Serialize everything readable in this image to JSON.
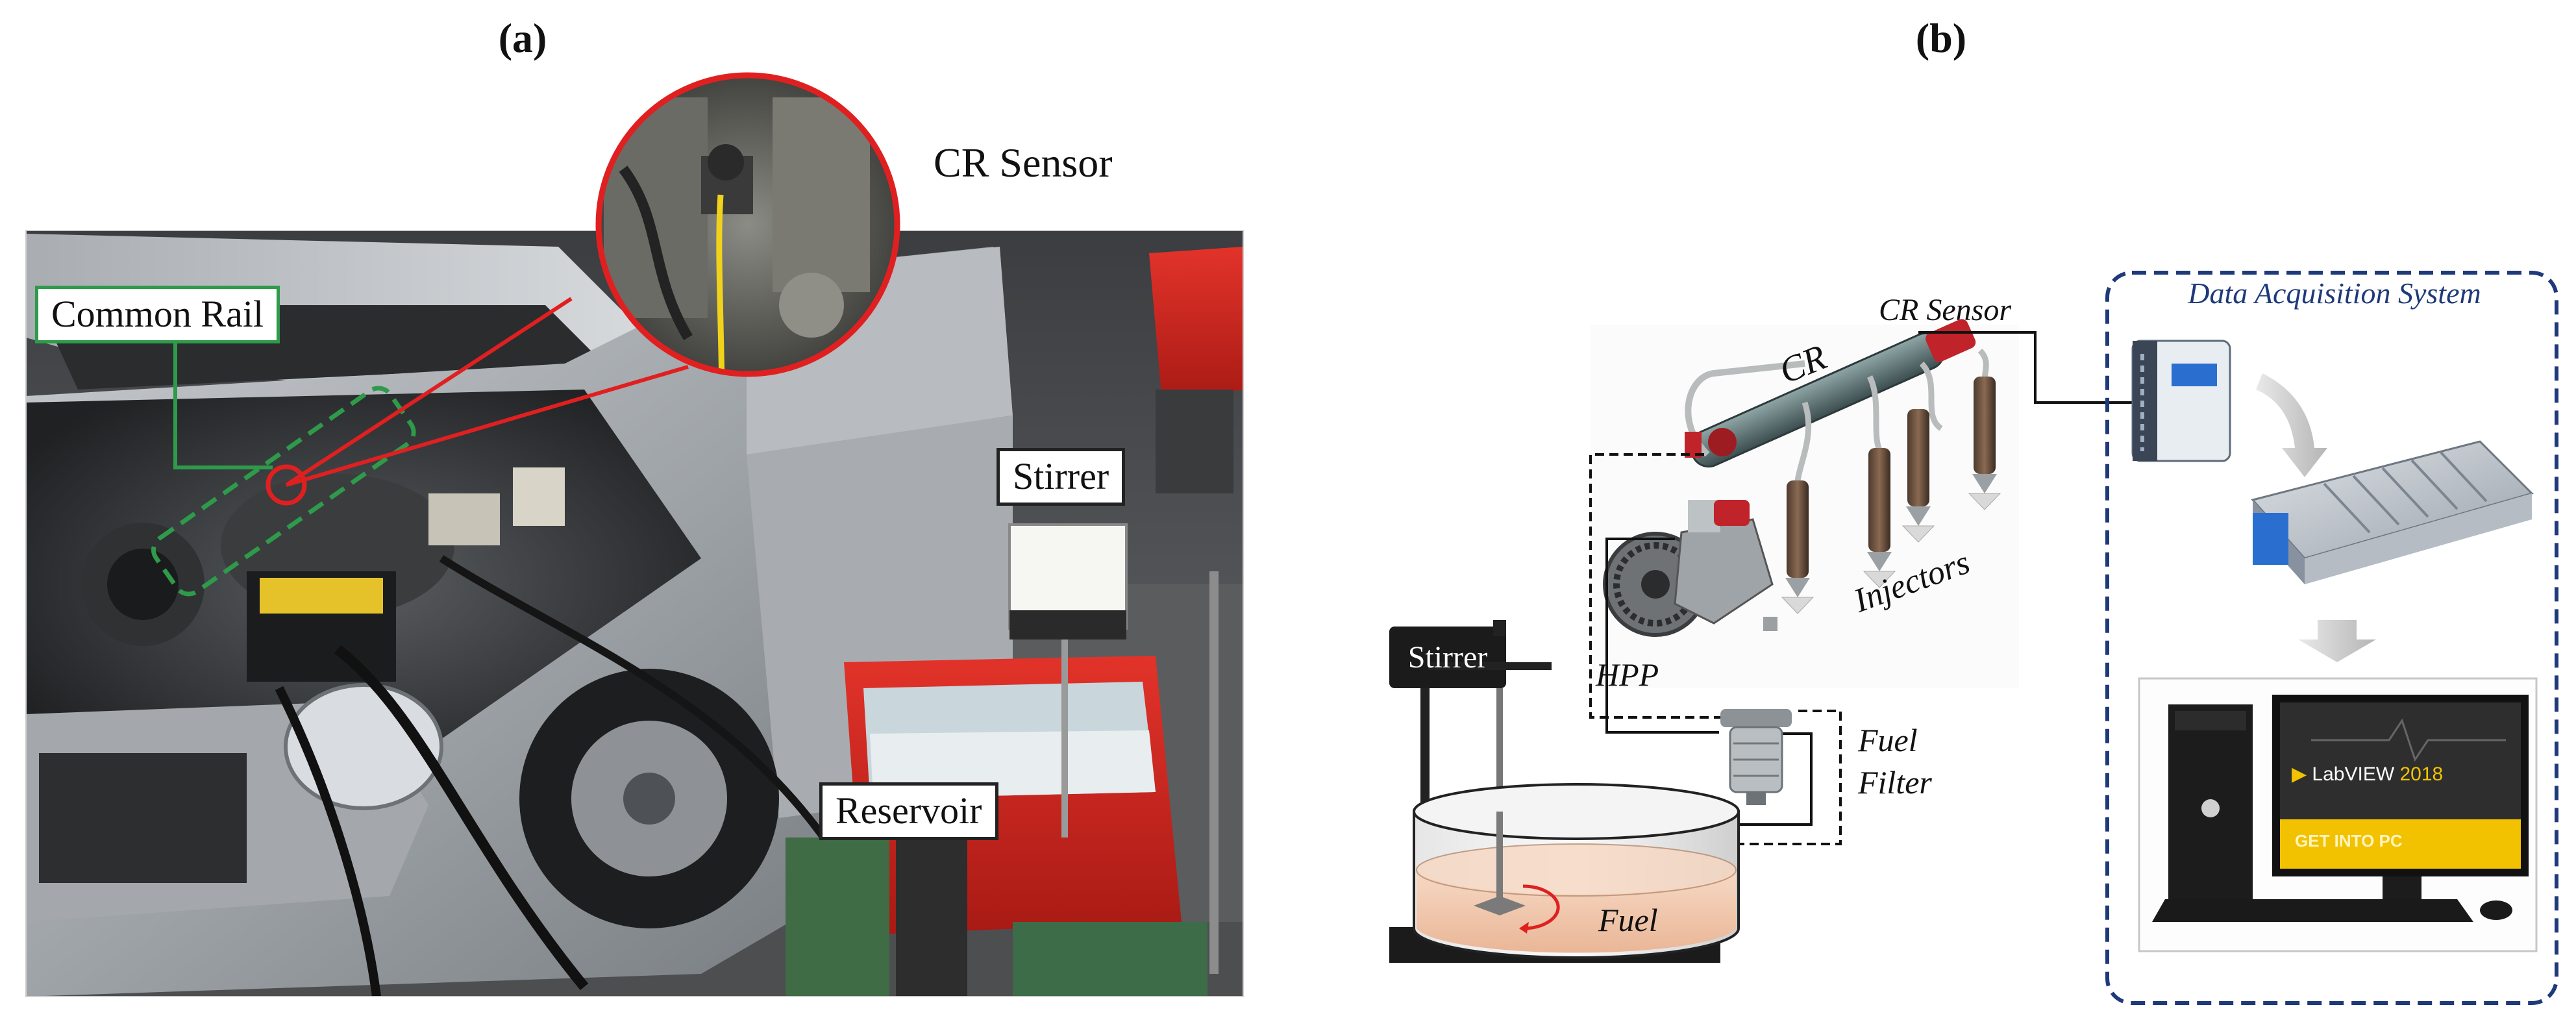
{
  "panels": {
    "a": {
      "label": "(a)"
    },
    "b": {
      "label": "(b)"
    }
  },
  "photo": {
    "cr_sensor": "CR Sensor",
    "common_rail": "Common Rail",
    "stirrer": "Stirrer",
    "reservoir": "Reservoir"
  },
  "schematic": {
    "cr_sensor": "CR Sensor",
    "cr": "CR",
    "injectors": "Injectors",
    "hpp": "HPP",
    "fuel_filter_line1": "Fuel",
    "fuel_filter_line2": "Filter",
    "stirrer": "Stirrer",
    "fuel": "Fuel",
    "daq_title": "Data Acquisition System",
    "software_name": "LabVIEW",
    "software_year": "2018",
    "software_sub": "GET INTO PC"
  },
  "colors": {
    "highlight_red": "#e02020",
    "common_rail_green": "#2e9a4a",
    "daq_border_blue": "#1f3a7a",
    "labview_yellow": "#f2c200",
    "reservoir_red": "#d8261f",
    "fuel_tint": "#f3c7a8"
  }
}
